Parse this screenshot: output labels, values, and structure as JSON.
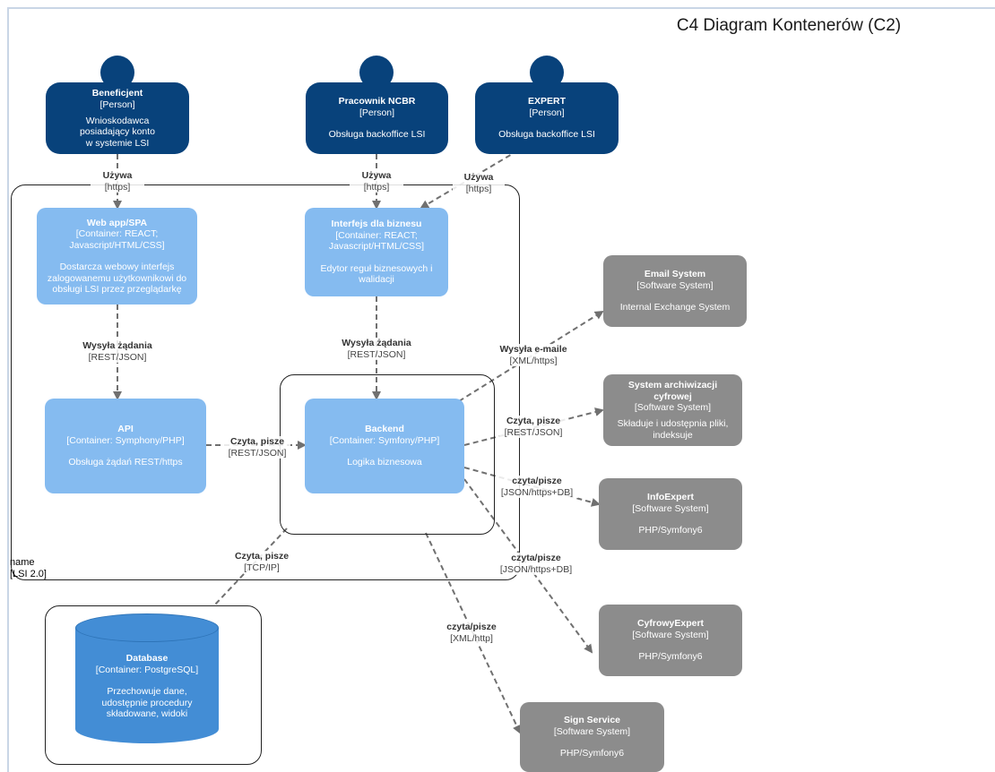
{
  "title": "C4 Diagram Kontenerów (C2)",
  "colors": {
    "person": "#08427b",
    "container": "#85bbf0",
    "database": "#438dd5",
    "external": "#8c8c8c",
    "edge": "#707070"
  },
  "persons": [
    {
      "name": "Beneficjent",
      "type": "[Person]",
      "desc": [
        "Wnioskodawca",
        "posiadający konto",
        "w systemie LSI"
      ]
    },
    {
      "name": "Pracownik NCBR",
      "type": "[Person]",
      "desc": [
        "Obsługa backoffice LSI"
      ]
    },
    {
      "name": "EXPERT",
      "type": "[Person]",
      "desc": [
        "Obsługa backoffice LSI"
      ]
    }
  ],
  "containers": [
    {
      "name": "Web app/SPA",
      "type": [
        "[Container: REACT;",
        "Javascript/HTML/CSS]"
      ],
      "desc": [
        "Dostarcza webowy interfejs",
        "zalogowanemu użytkownikowi do",
        "obsługi LSI przez przeglądarkę"
      ]
    },
    {
      "name": "Interfejs dla biznesu",
      "type": [
        "[Container: REACT;",
        "Javascript/HTML/CSS]"
      ],
      "desc": [
        "Edytor reguł biznesowych i",
        "walidacji"
      ]
    },
    {
      "name": "API",
      "type": [
        "[Container: Symphony/PHP]"
      ],
      "desc": [
        "Obsługa żądań REST/https"
      ]
    },
    {
      "name": "Backend",
      "type": [
        "[Container: Symfony/PHP]"
      ],
      "desc": [
        "Logika biznesowa"
      ]
    }
  ],
  "database": {
    "name": "Database",
    "type": "[Container: PostgreSQL]",
    "desc": [
      "Przechowuje dane,",
      "udostępnie procedury",
      "składowane, widoki"
    ]
  },
  "externals": [
    {
      "name": [
        "Email System"
      ],
      "type": "[Software System]",
      "desc": [
        "Internal Exchange System"
      ]
    },
    {
      "name": [
        "System archiwizacji",
        "cyfrowej"
      ],
      "type": "[Software System]",
      "desc": [
        "Składuje i udostępnia pliki,",
        "indeksuje"
      ]
    },
    {
      "name": [
        "InfoExpert"
      ],
      "type": "[Software System]",
      "desc": [
        "PHP/Symfony6"
      ]
    },
    {
      "name": [
        "CyfrowyExpert"
      ],
      "type": "[Software System]",
      "desc": [
        "PHP/Symfony6"
      ]
    },
    {
      "name": [
        "Sign Service"
      ],
      "type": "[Software System]",
      "desc": [
        "PHP/Symfony6"
      ]
    }
  ],
  "boundary": {
    "name": "name",
    "tech": "[LSI 2.0]"
  },
  "edges": [
    {
      "verb": "Używa",
      "tech": "[https]"
    },
    {
      "verb": "Używa",
      "tech": "[https]"
    },
    {
      "verb": "Używa",
      "tech": "[https]"
    },
    {
      "verb": "Wysyła żądania",
      "tech": "[REST/JSON]"
    },
    {
      "verb": "Wysyła żądania",
      "tech": "[REST/JSON]"
    },
    {
      "verb": "Czyta, pisze",
      "tech": "[REST/JSON]"
    },
    {
      "verb": "Wysyła e-maile",
      "tech": "[XML/https]"
    },
    {
      "verb": "Czyta, pisze",
      "tech": "[REST/JSON]"
    },
    {
      "verb": "czyta/pisze",
      "tech": "[JSON/https+DB]"
    },
    {
      "verb": "czyta/pisze",
      "tech": "[JSON/https+DB]"
    },
    {
      "verb": "czyta/pisze",
      "tech": "[XML/http]"
    },
    {
      "verb": "Czyta, pisze",
      "tech": "[TCP/IP]"
    }
  ]
}
